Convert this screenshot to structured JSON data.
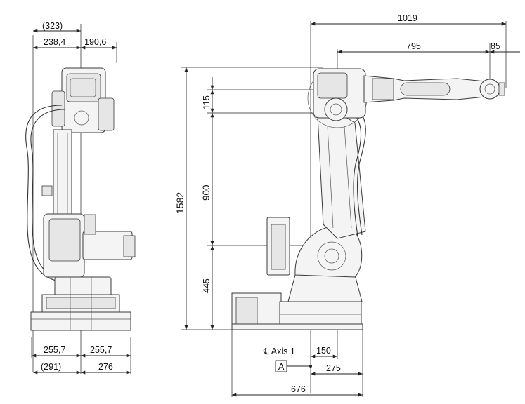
{
  "front_view": {
    "top": {
      "total": "(323)",
      "left": "238,4",
      "right": "190,6"
    },
    "bottom": {
      "left_half": "255,7",
      "right_half": "255,7",
      "left_total": "(291)",
      "right_total": "276"
    }
  },
  "side_view": {
    "reach": {
      "total": "1019",
      "mid": "795",
      "flange": "85"
    },
    "vertical": {
      "total_height": "1582",
      "upper_arm_offset": "115",
      "lower_arm": "900",
      "base_height": "445"
    },
    "base": {
      "axis_label": "℄ Axis 1",
      "axis_offset": "150",
      "datum": "A",
      "datum_offset": "275",
      "base_length": "676"
    }
  }
}
